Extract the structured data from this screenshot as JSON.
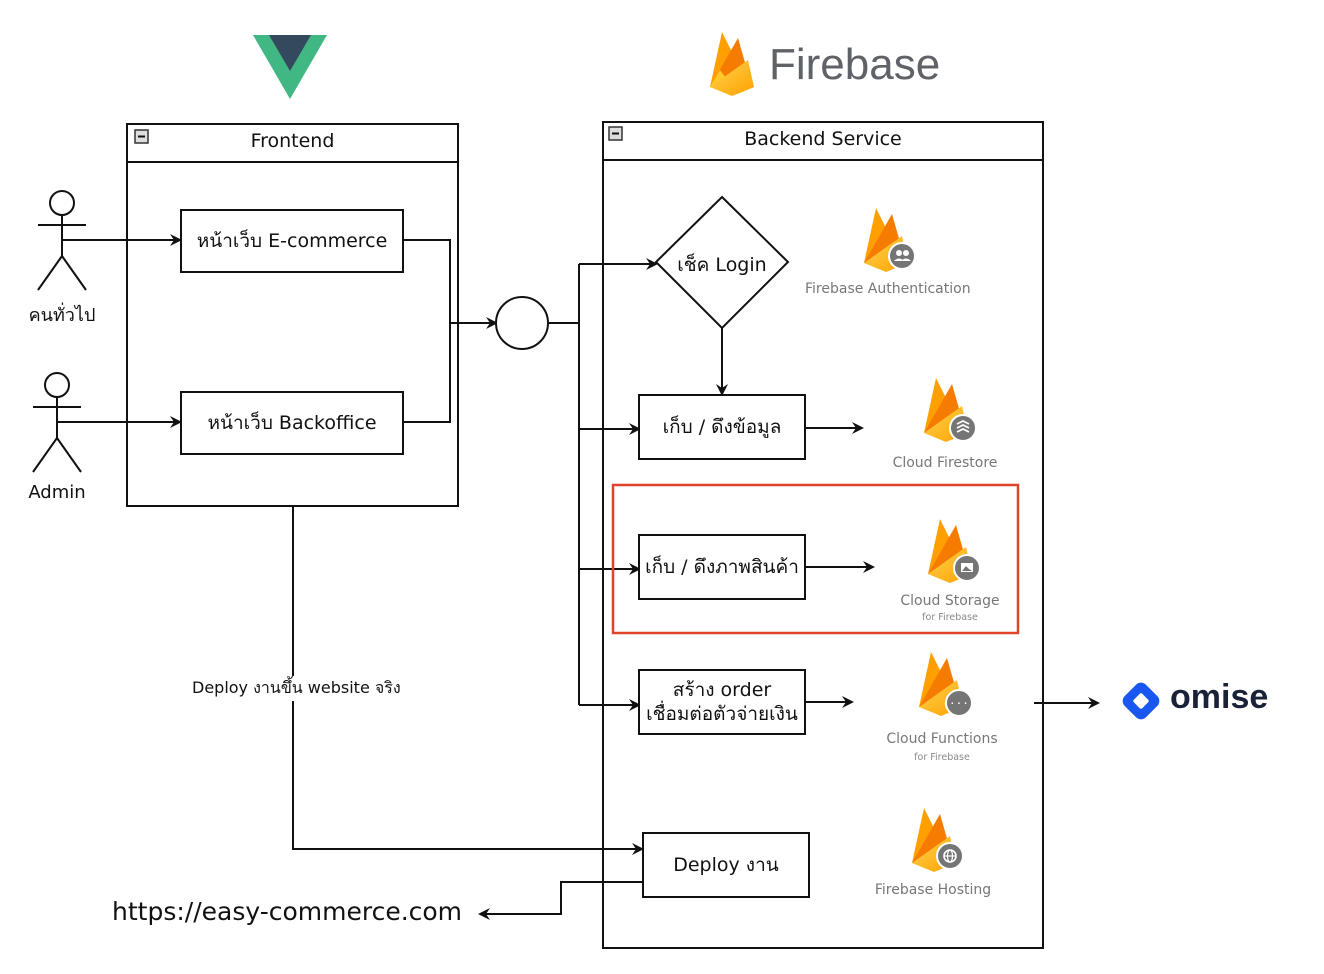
{
  "logos": {
    "vue": "vue-logo",
    "firebase_word": "Firebase",
    "omise_word": "omise"
  },
  "frontend": {
    "title": "Frontend",
    "ecommerce": "หน้าเว็บ E-commerce",
    "backoffice": "หน้าเว็บ Backoffice"
  },
  "actors": {
    "public": "คนทั่วไป",
    "admin": "Admin"
  },
  "backend": {
    "title": "Backend Service",
    "login": "เช็ค Login",
    "data": "เก็บ / ดึงข้อมูล",
    "images": "เก็บ / ดึงภาพสินค้า",
    "order_line1": "สร้าง order",
    "order_line2": "เชื่อมต่อตัวจ่ายเงิน",
    "deploy": "Deploy งาน"
  },
  "services": {
    "auth": "Firebase Authentication",
    "firestore": "Cloud Firestore",
    "storage": "Cloud Storage",
    "storage_sub": "for Firebase",
    "functions": "Cloud Functions",
    "functions_sub": "for Firebase",
    "hosting": "Firebase Hosting"
  },
  "edges": {
    "deploy_label": "Deploy งานขึ้น website จริง"
  },
  "url": "https://easy-commerce.com",
  "colors": {
    "firebase_yellow": "#FFCA28",
    "firebase_orange": "#F5820D",
    "highlight": "#E0442B",
    "omise_blue": "#1A56F0",
    "vue_green": "#41B883",
    "vue_dark": "#34495E"
  }
}
